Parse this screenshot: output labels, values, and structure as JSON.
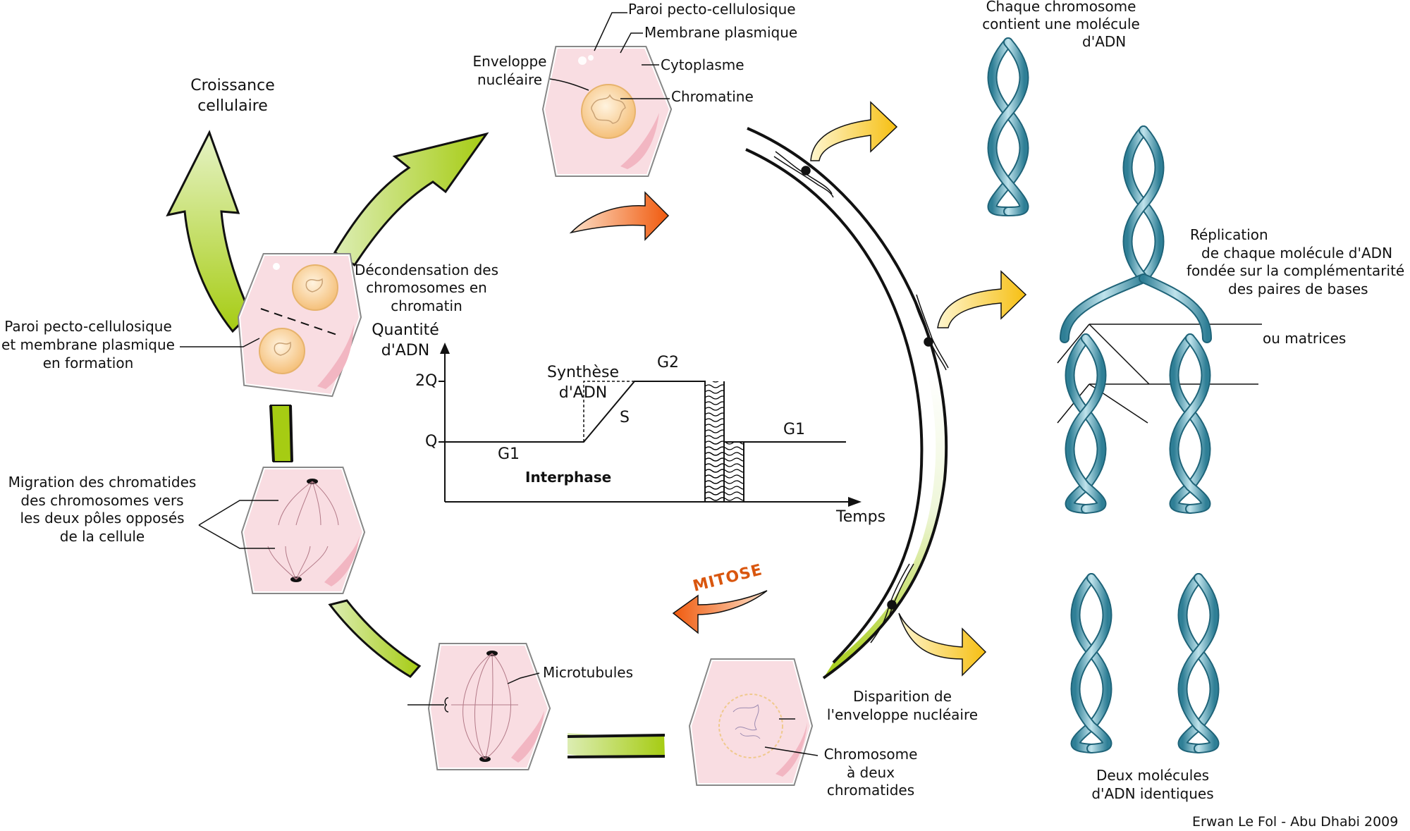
{
  "labels": {
    "paroi": "Paroi pecto-cellulosique",
    "membrane": "Membrane plasmique",
    "enveloppe_1": "Enveloppe",
    "enveloppe_2": "nucléaire",
    "cytoplasme": "Cytoplasme",
    "chromatine": "Chromatine",
    "croissance_1": "Croissance",
    "croissance_2": "cellulaire",
    "decondensation_1": "Décondensation des",
    "decondensation_2": "chromosomes en",
    "decondensation_3": "chromatin",
    "paroi_formation_1": "Paroi pecto-cellulosique",
    "paroi_formation_2": "et membrane plasmique",
    "paroi_formation_3": "en formation",
    "migration_1": "Migration des chromatides",
    "migration_2": "des chromosomes vers",
    "migration_3": "les deux pôles opposés",
    "migration_4": "de la cellule",
    "microtubules": "Microtubules",
    "mitose": "MITOSE",
    "disparition_1": "Disparition de",
    "disparition_2": "l'enveloppe nucléaire",
    "chromosome_1": "Chromosome",
    "chromosome_2": "à deux",
    "chromosome_3": "chromatides",
    "chaque_1": "Chaque chromosome",
    "chaque_2": "contient une molécule",
    "chaque_3": "d'ADN",
    "replication_1": "Réplication",
    "replication_2": "de chaque molécule d'ADN",
    "replication_3": "fondée sur la complémentarité",
    "replication_4": "des paires de bases",
    "matrices": "ou matrices",
    "deux_1": "Deux molécules",
    "deux_2": "d'ADN identiques",
    "credit": "Erwan Le Fol - Abu Dhabi 2009"
  },
  "graph": {
    "ylabel_1": "Quantité",
    "ylabel_2": "d'ADN",
    "xlabel": "Temps",
    "tick_2q": "2Q",
    "tick_q": "Q",
    "g1_left": "G1",
    "g1_right": "G1",
    "g2": "G2",
    "s": "S",
    "synthese_1": "Synthèse",
    "synthese_2": "d'ADN",
    "interphase": "Interphase"
  },
  "colors": {
    "green": "#a6cc13",
    "green_light": "#dcedb3",
    "orange": "#f06a14",
    "yellow": "#f5c518",
    "cell_fill": "#f9dde2",
    "cell_wall": "#8a8a8a",
    "nucleus": "#f7c98a",
    "dna": "#3a8fa6"
  }
}
